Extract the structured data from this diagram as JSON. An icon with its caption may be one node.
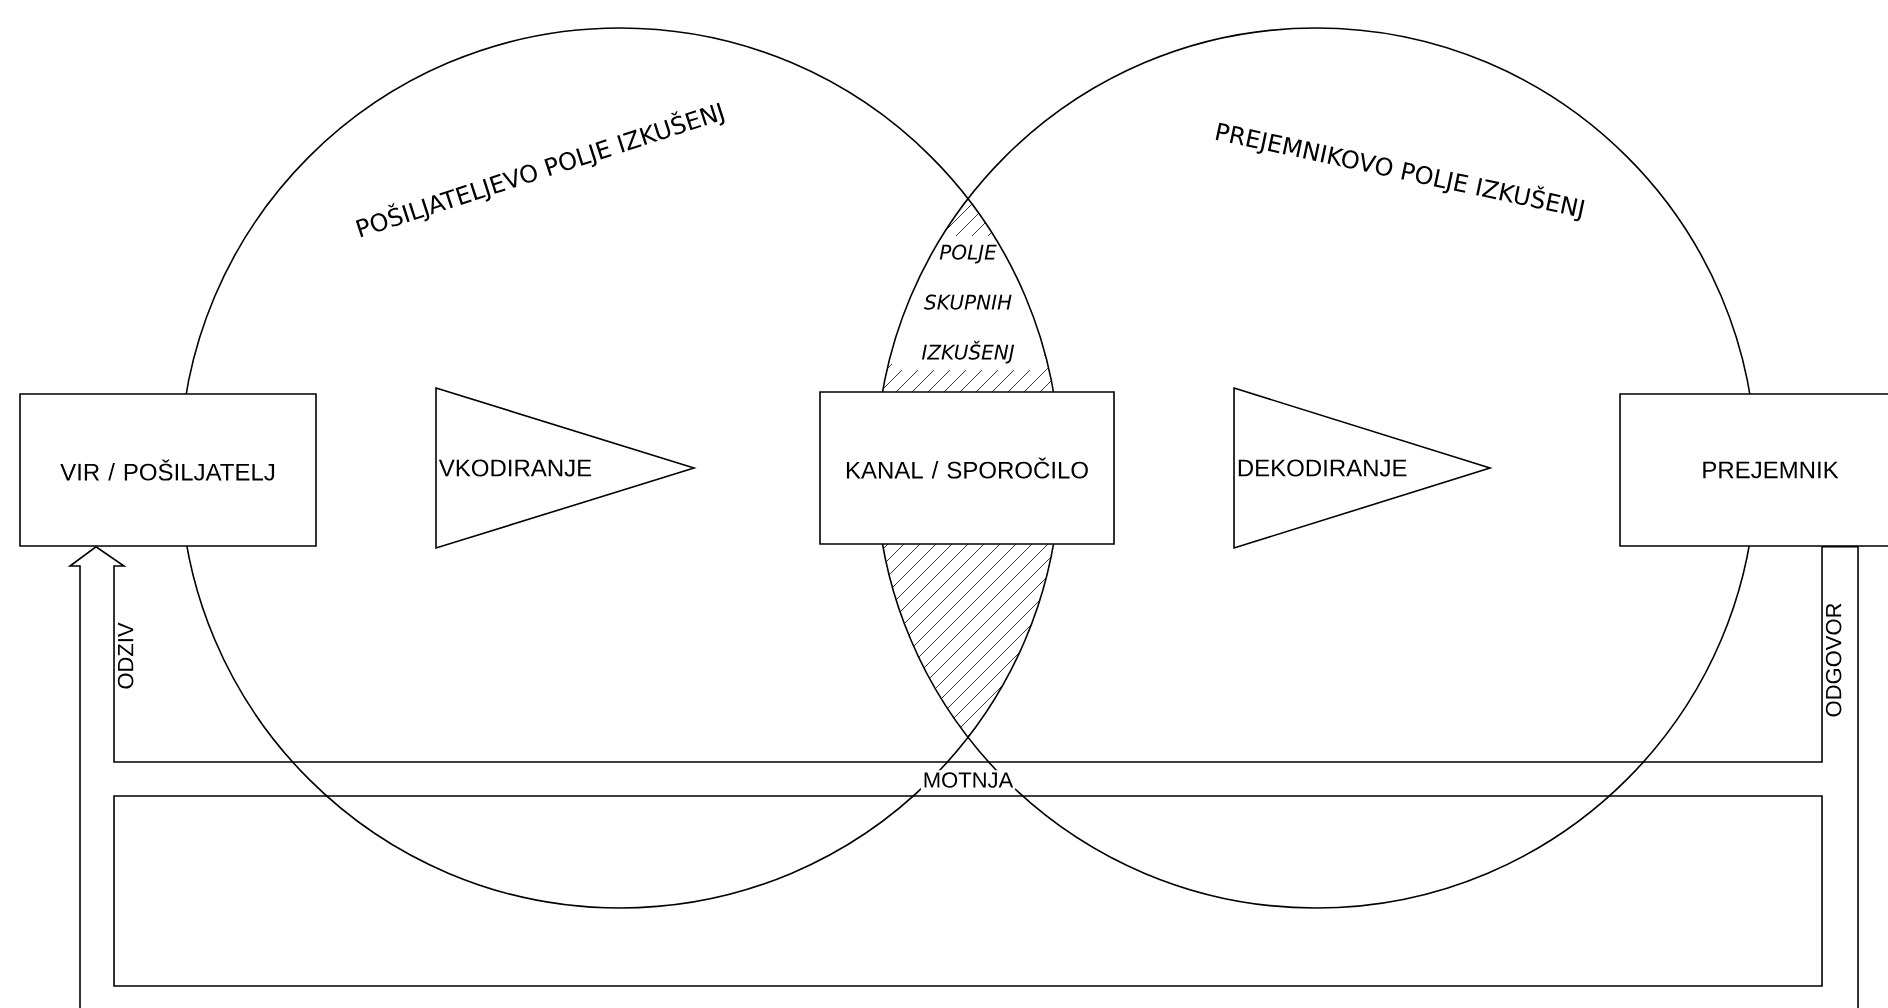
{
  "diagram": {
    "nodes": [
      {
        "text": [
          "POŠILJATELJEVO POLJE IZKUŠENJ"
        ]
      },
      {
        "text": [
          "PREJEMNIKOVO POLJE IZKUŠENJ"
        ]
      },
      {
        "text": [
          "POLJE SKUPNIH IZKUŠENJ"
        ]
      },
      {
        "text": [
          "VIR / POŠILJATELJ"
        ]
      },
      {
        "text": [
          "VKODIRANJE"
        ],
        "in": 0
      },
      {
        "text": [
          "KANAL / SPOROČILO"
        ]
      },
      {
        "text": [
          "DEKODIRANJE"
        ],
        "in": 1
      },
      {
        "text": [
          "PREJEMNIK"
        ]
      },
      {
        "text": [
          "MOTNJA"
        ]
      }
    ],
    "edges": [
      {
        "from": 7,
        "to": 3,
        "arrow": "to"
      }
    ],
    "labels": [
      "ODZIV",
      "ODGOVOR"
    ]
  }
}
